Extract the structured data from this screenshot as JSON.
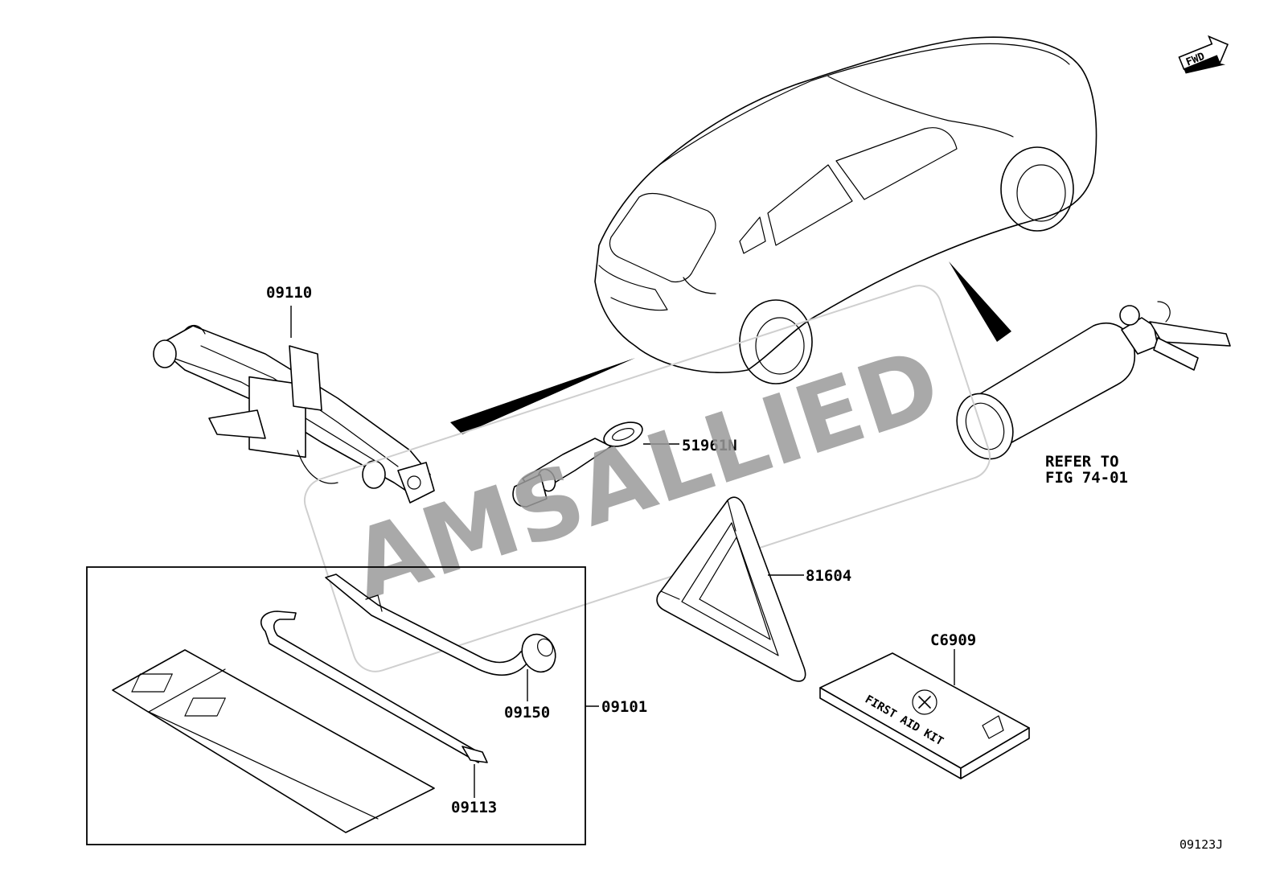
{
  "watermark": "AMSALLIED",
  "fwd_label": "FWD",
  "diagram_code": "09123J",
  "parts": {
    "jack": "09110",
    "tow_hook": "51961N",
    "extinguisher_note_line1": "REFER TO",
    "extinguisher_note_line2": "FIG 74-01",
    "warning_triangle": "81604",
    "first_aid_kit": "C6909",
    "tool_kit": "09101",
    "wheel_wrench": "09150",
    "jack_handle": "09113"
  },
  "first_aid_kit_text": "FIRST AID KIT",
  "colors": {
    "line": "#000000",
    "watermark": "#9a9a9a",
    "background": "#ffffff"
  }
}
